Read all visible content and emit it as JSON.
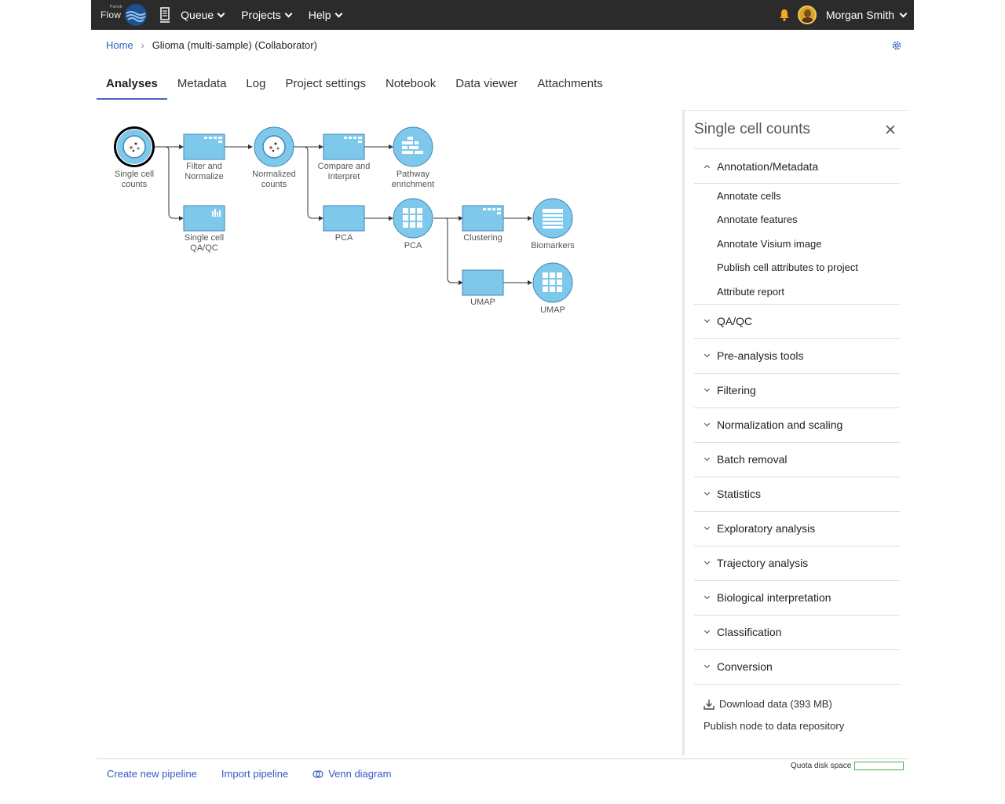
{
  "topbar": {
    "logo_text": "Flow",
    "logo_small": "Partek",
    "nav": [
      {
        "label": "Queue"
      },
      {
        "label": "Projects"
      },
      {
        "label": "Help"
      }
    ],
    "user_name": "Morgan Smith"
  },
  "breadcrumb": {
    "home": "Home",
    "current": "Glioma (multi-sample) (Collaborator)"
  },
  "tabs": [
    "Analyses",
    "Metadata",
    "Log",
    "Project settings",
    "Notebook",
    "Data viewer",
    "Attachments"
  ],
  "pipeline": {
    "nodes": [
      {
        "label": "Single cell\ncounts"
      },
      {
        "label": "Filter and\nNormalize"
      },
      {
        "label": "Single cell\nQA/QC"
      },
      {
        "label": "Normalized\ncounts"
      },
      {
        "label": "Compare and\nInterpret"
      },
      {
        "label": "Pathway\nenrichment"
      },
      {
        "label": "PCA"
      },
      {
        "label": "PCA"
      },
      {
        "label": "Clustering"
      },
      {
        "label": "Biomarkers"
      },
      {
        "label": "UMAP"
      },
      {
        "label": "UMAP"
      }
    ]
  },
  "panel": {
    "title": "Single cell counts",
    "expanded_section": "Annotation/Metadata",
    "expanded_items": [
      "Annotate cells",
      "Annotate features",
      "Annotate Visium image",
      "Publish cell attributes to project",
      "Attribute report"
    ],
    "sections": [
      "QA/QC",
      "Pre-analysis tools",
      "Filtering",
      "Normalization and scaling",
      "Batch removal",
      "Statistics",
      "Exploratory analysis",
      "Trajectory analysis",
      "Biological interpretation",
      "Classification",
      "Conversion"
    ],
    "download": "Download data (393 MB)",
    "publish": "Publish node to data repository"
  },
  "bottom": {
    "create": "Create new pipeline",
    "import": "Import pipeline",
    "venn": "Venn diagram",
    "quota": "Quota disk space"
  },
  "colors": {
    "node_fill": "#7ec8ec",
    "node_stroke": "#3d86b5",
    "link": "#3559c7",
    "topbar": "#2b2b2b"
  }
}
